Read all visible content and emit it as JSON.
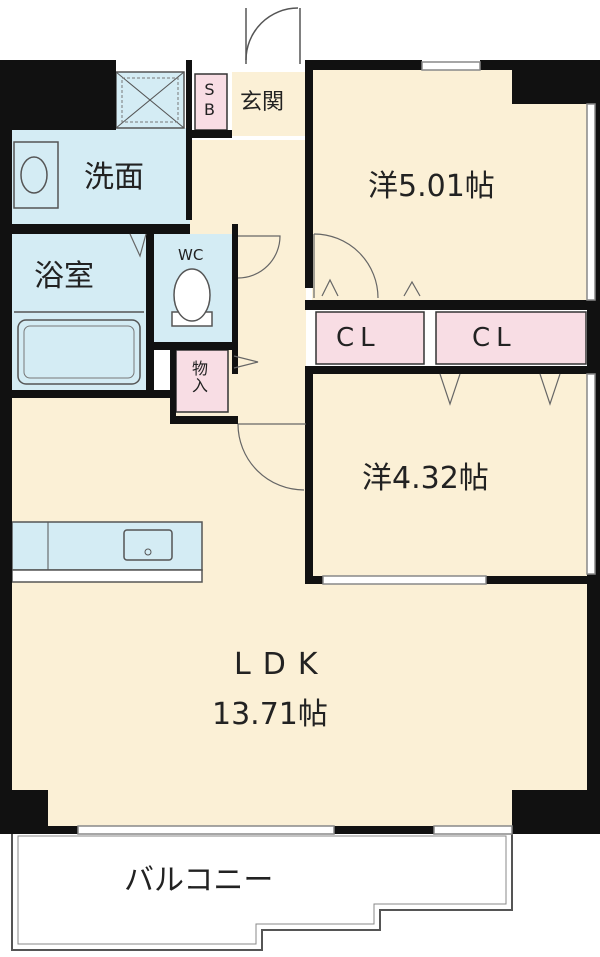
{
  "rooms": {
    "genkan": "玄関",
    "sb": "SB",
    "senmen": "洗面",
    "yokushitsu": "浴室",
    "wc": "WC",
    "monoire": "物入",
    "cl1": "CL",
    "cl2": "CL",
    "yo1": "洋5.01帖",
    "yo2": "洋4.32帖",
    "ldk_name": "LDK",
    "ldk_size": "13.71帖",
    "balcony": "バルコニー"
  },
  "colors": {
    "floor": "#fbf0d6",
    "wet": "#d4ecf4",
    "storage": "#f8dde4",
    "wall": "#111111",
    "balcony": "#ffffff"
  }
}
